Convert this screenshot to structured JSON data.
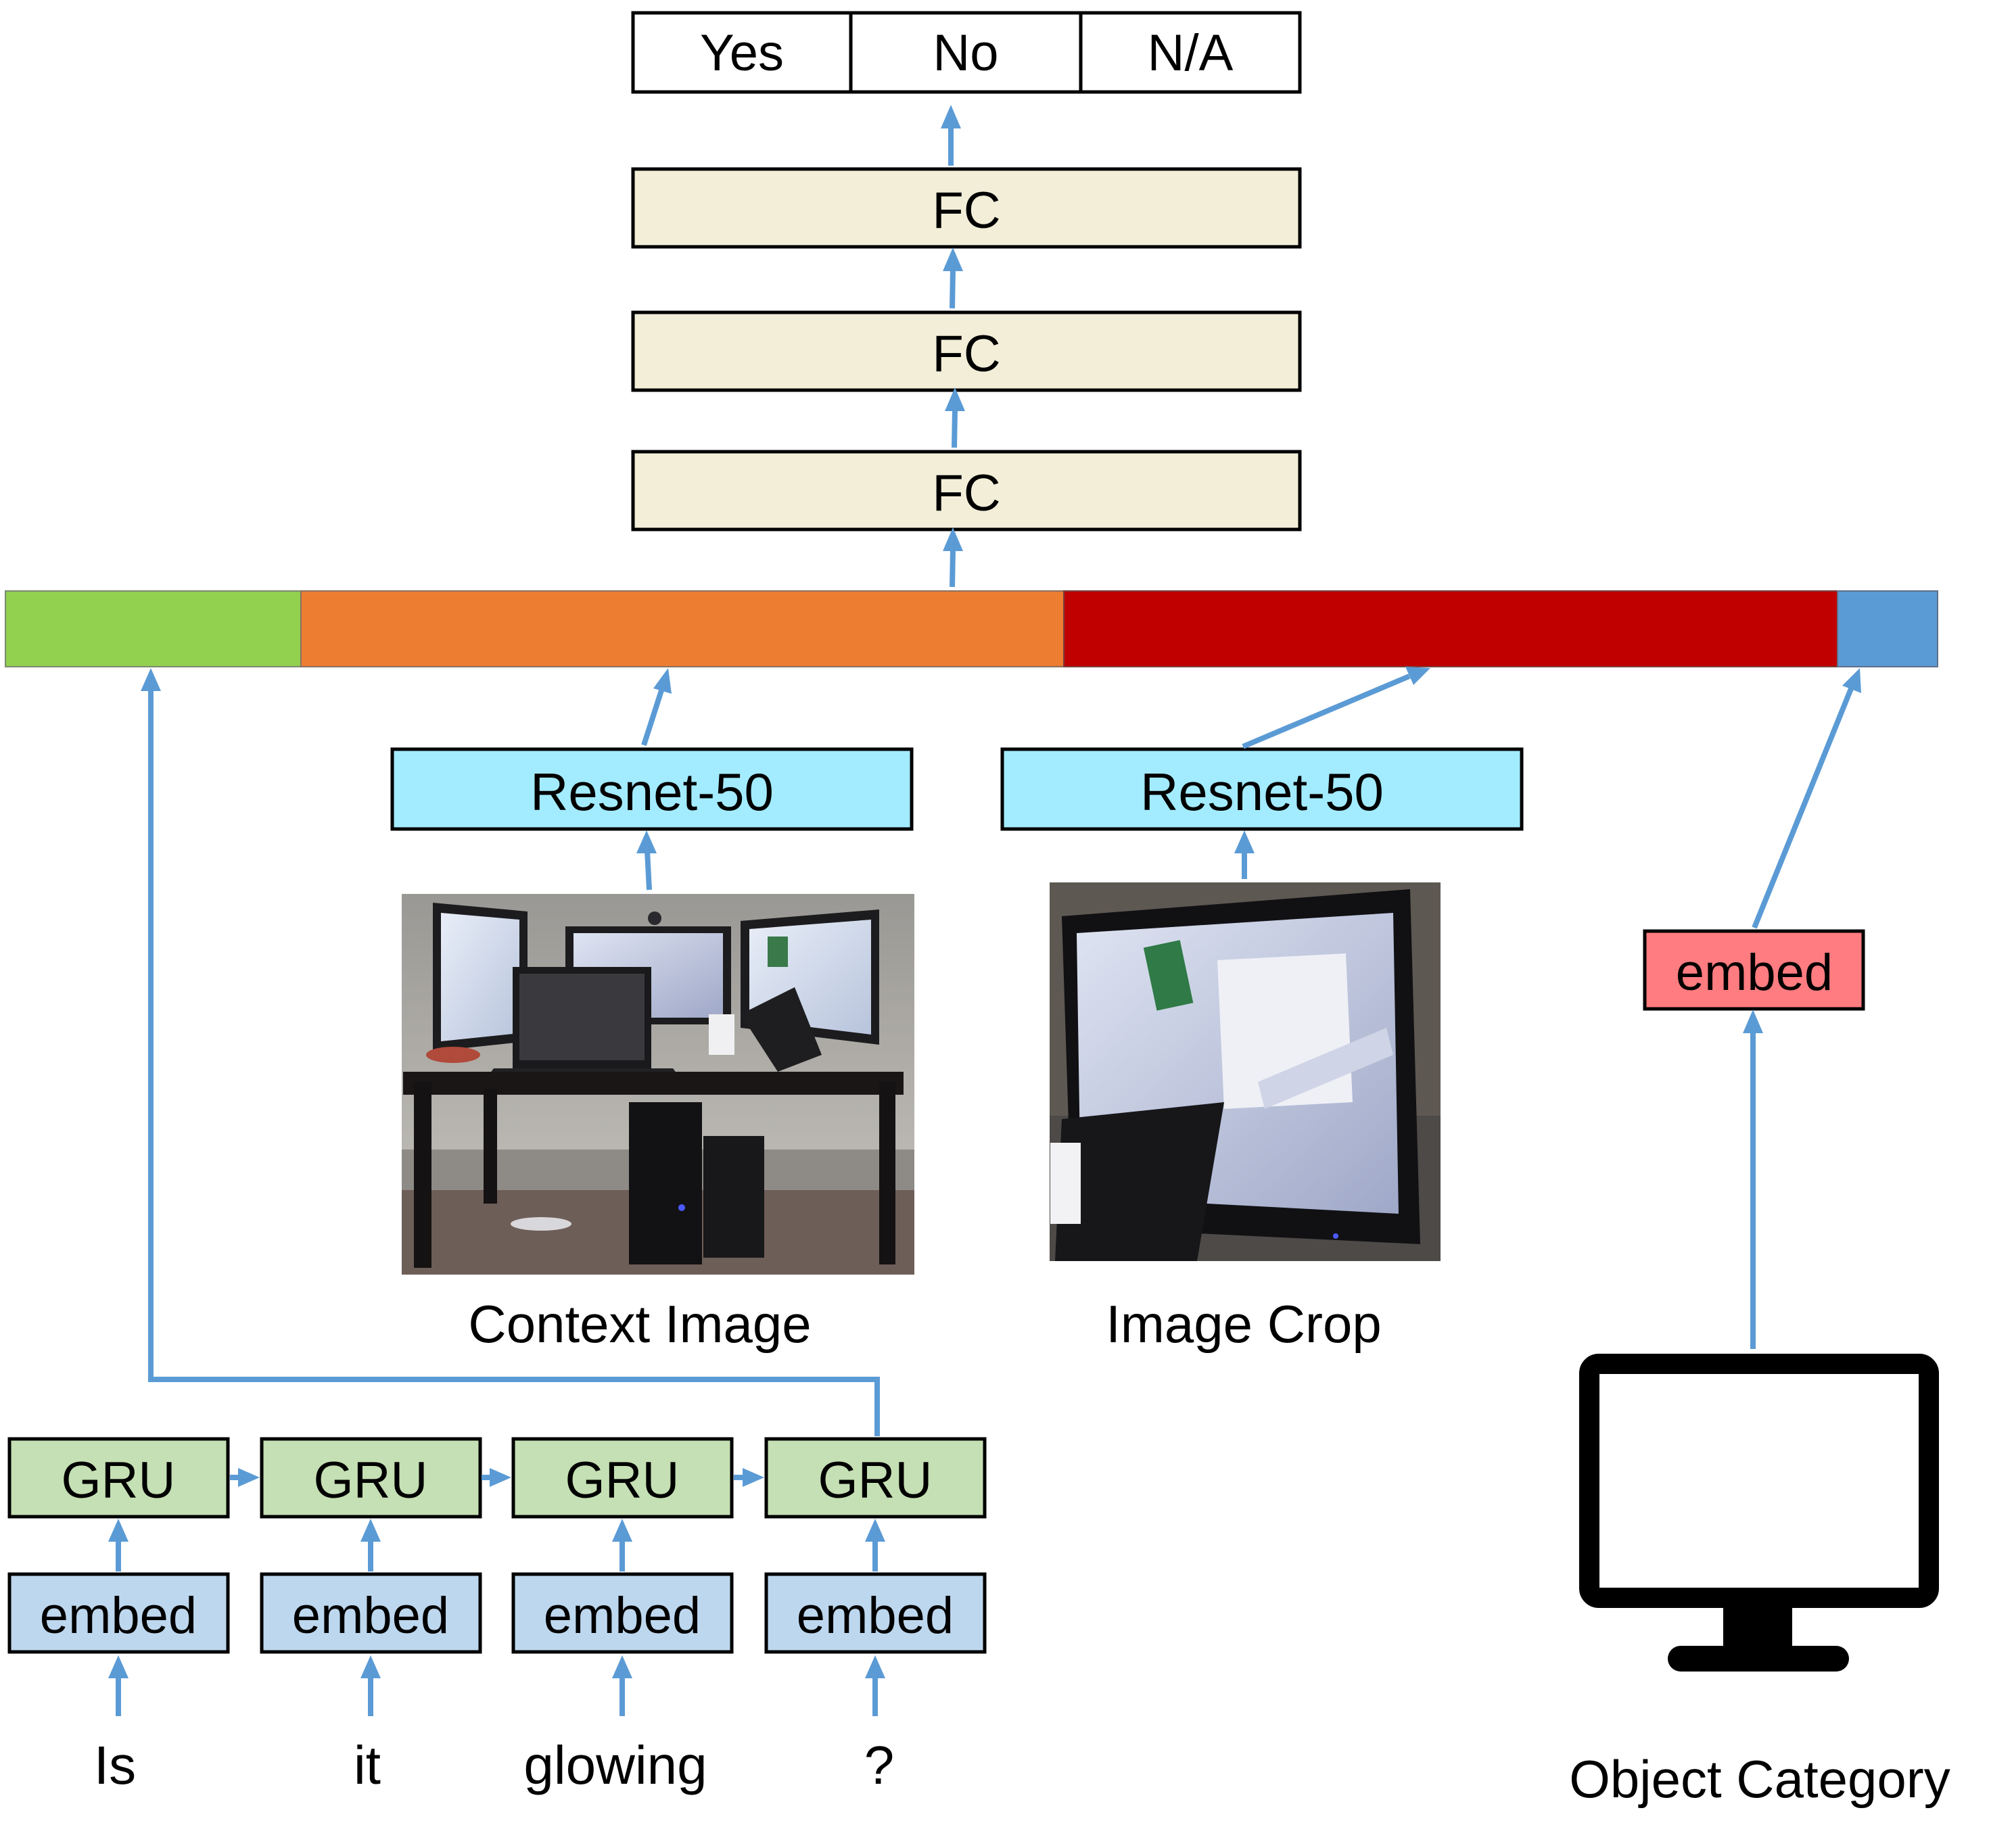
{
  "outputs": {
    "yes": "Yes",
    "no": "No",
    "na": "N/A"
  },
  "fc_layers": [
    "FC",
    "FC",
    "FC"
  ],
  "concat_colors": {
    "question": "#92d050",
    "context": "#ed7d31",
    "crop": "#c00000",
    "category": "#5b9bd5"
  },
  "resnet": {
    "context": "Resnet-50",
    "crop": "Resnet-50"
  },
  "captions": {
    "context": "Context Image",
    "crop": "Image Crop",
    "category": "Object Category"
  },
  "category_embed": "embed",
  "gru_cells": [
    "GRU",
    "GRU",
    "GRU",
    "GRU"
  ],
  "word_embeds": [
    "embed",
    "embed",
    "embed",
    "embed"
  ],
  "words": [
    "Is",
    "it",
    "glowing",
    "?"
  ],
  "colors": {
    "fc_fill": "#f2eed8",
    "resnet_fill": "#a3ebff",
    "gru_fill": "#c5e0b4",
    "embed_fill": "#bdd7ee",
    "category_embed_fill": "#ff7c80",
    "arrow": "#5b9bd5"
  },
  "icons": {
    "object_category": "monitor-icon"
  }
}
